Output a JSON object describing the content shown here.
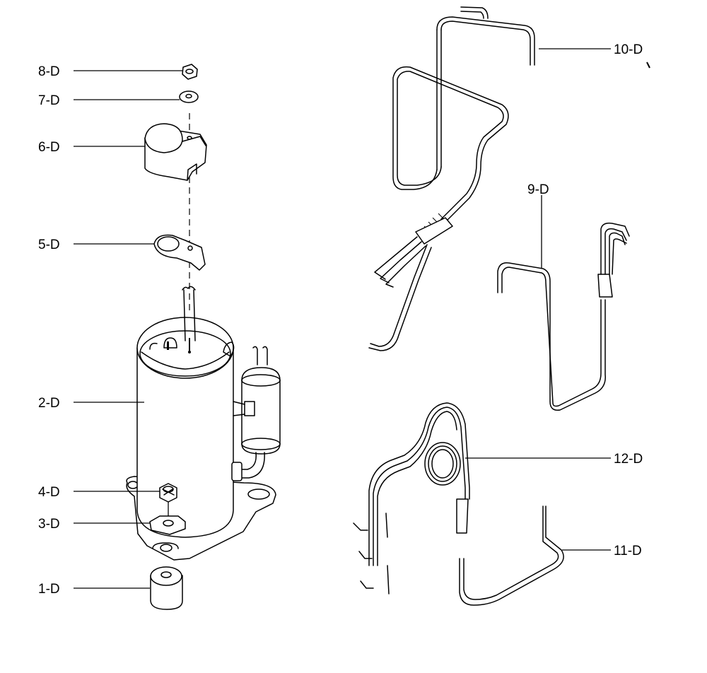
{
  "labels": {
    "p1": "1-D",
    "p2": "2-D",
    "p3": "3-D",
    "p4": "4-D",
    "p5": "5-D",
    "p6": "6-D",
    "p7": "7-D",
    "p8": "8-D",
    "p9": "9-D",
    "p10": "10-D",
    "p11": "11-D",
    "p12": "12-D"
  }
}
